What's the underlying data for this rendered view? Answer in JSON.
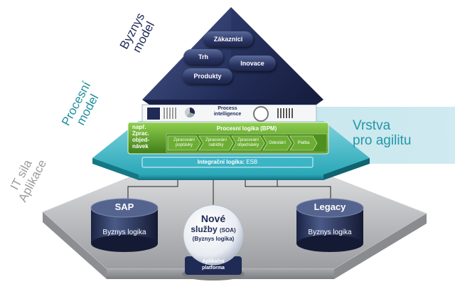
{
  "diagram": {
    "layers": {
      "business": {
        "title_line1": "Byznys",
        "title_line2": "model"
      },
      "process": {
        "title_line1": "Procesní",
        "title_line2": "model"
      },
      "it": {
        "title_line1": "IT sila",
        "title_line2": "Aplikace"
      }
    },
    "business_pills": [
      "Zákazníci",
      "Trh",
      "Inovace",
      "Produkty"
    ],
    "process_intelligence": {
      "line1": "Process",
      "line2": "intelligence"
    },
    "process_logic": {
      "title": "Procesní logika (BPM)",
      "example": {
        "line1": "např.",
        "line2": "Zprac.",
        "line3": "objed-",
        "line4": "návek"
      },
      "steps": [
        {
          "line1": "Zpracování",
          "line2": "poptávky"
        },
        {
          "line1": "Zpracování",
          "line2": "nabídky"
        },
        {
          "line1": "Zpracování",
          "line2": "objednávky"
        },
        {
          "line1": "Odeslání",
          "line2": ""
        },
        {
          "line1": "Platba",
          "line2": ""
        }
      ]
    },
    "integration_logic": {
      "label": "Integrační logika:",
      "value": "ESB"
    },
    "agility_layer": {
      "line1": "Vrstva",
      "line2": "pro agilitu"
    },
    "systems": {
      "sap": {
        "name": "SAP",
        "logic": "Byznys logika"
      },
      "legacy": {
        "name": "Legacy",
        "logic": "Byznys logika"
      },
      "new_services": {
        "line1": "Nové",
        "line2": "služby",
        "soa": "(SOA)",
        "logic": "(Byznys logika)",
        "platform_line1": "Aplikační",
        "platform_line2": "platforma"
      }
    },
    "colors": {
      "pyramid_navy": "#1f2a55",
      "teal": "#2aa8b8",
      "agility_band": "#bfe4ea",
      "logic_green": "#5fa82a",
      "base_gray": "#b9babd"
    }
  }
}
